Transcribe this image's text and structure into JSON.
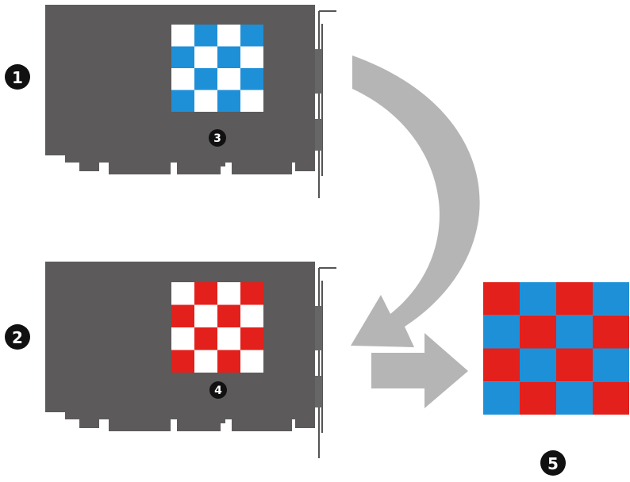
{
  "markers": {
    "card1": "1",
    "card2": "2",
    "tile1": "3",
    "tile2": "4",
    "result": "5"
  },
  "colors": {
    "card": "#5c5a5a",
    "bracket": "#555555",
    "arrow": "#b5b5b5",
    "blue": "#1e90d8",
    "red": "#e3201b",
    "white": "#ffffff",
    "marker": "#111111"
  },
  "icons": {
    "card": "graphics-card-icon",
    "arrow_curved": "curved-arrow-icon",
    "arrow_straight": "right-arrow-icon"
  },
  "patterns": {
    "tile1": [
      [
        "w",
        "b",
        "w",
        "b"
      ],
      [
        "b",
        "w",
        "b",
        "w"
      ],
      [
        "w",
        "b",
        "w",
        "b"
      ],
      [
        "b",
        "w",
        "b",
        "w"
      ]
    ],
    "tile2": [
      [
        "w",
        "r",
        "w",
        "r"
      ],
      [
        "r",
        "w",
        "r",
        "w"
      ],
      [
        "w",
        "r",
        "w",
        "r"
      ],
      [
        "r",
        "w",
        "r",
        "w"
      ]
    ],
    "result": [
      [
        "r",
        "b",
        "r",
        "b"
      ],
      [
        "b",
        "r",
        "b",
        "r"
      ],
      [
        "r",
        "b",
        "r",
        "b"
      ],
      [
        "b",
        "r",
        "b",
        "r"
      ]
    ]
  }
}
